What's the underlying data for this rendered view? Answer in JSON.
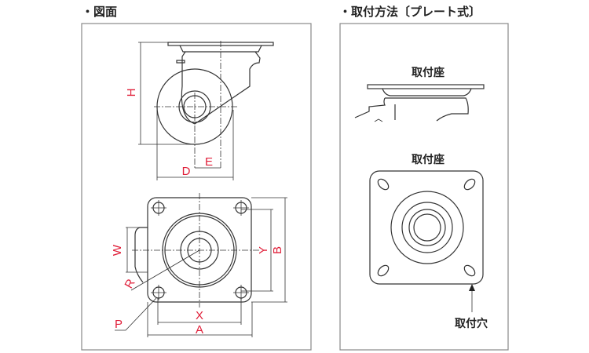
{
  "left_panel": {
    "title": "・図面",
    "dimensions": {
      "H": "H",
      "D": "D",
      "E": "E",
      "W": "W",
      "Y": "Y",
      "B": "B",
      "R": "R",
      "X": "X",
      "A": "A",
      "P": "P"
    },
    "label_color": "#e0203a"
  },
  "right_panel": {
    "title": "・取付方法〔プレート式〕",
    "side_label": "取付座",
    "top_label": "取付座",
    "hole_label": "取付穴"
  }
}
